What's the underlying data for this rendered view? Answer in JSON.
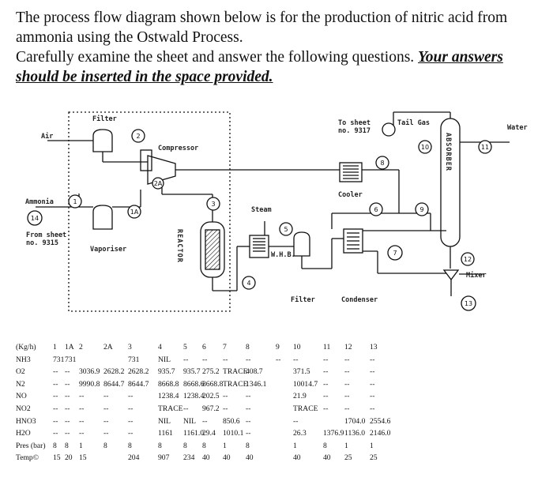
{
  "intro": {
    "line1": "The process flow diagram shown below is for the production of nitric acid from ammonia using the Ostwald Process.",
    "line2": "Carefully examine the sheet and answer the following questions.",
    "line2b": "Your answers should be inserted in the space provided."
  },
  "diagram": {
    "filter_top": "Filter",
    "air": "Air",
    "compressor": "Compressor",
    "ammonia": "Ammonia",
    "from_sheet": "From sheet",
    "from_sheet_no": "no. 9315",
    "vaporiser": "Vaporiser",
    "reactor": "REACTOR",
    "steam": "Steam",
    "whb": "W.H.B.",
    "filter_bottom": "Filter",
    "condenser": "Condenser",
    "cooler": "Cooler",
    "to_sheet": "To sheet",
    "to_sheet_no": "no. 9317",
    "tail_gas": "Tail Gas",
    "absorber": "ABSORBER",
    "water": "Water",
    "mixer": "Mixer",
    "streams": [
      "1",
      "1A",
      "2",
      "2A",
      "3",
      "4",
      "5",
      "6",
      "7",
      "8",
      "9",
      "10",
      "11",
      "12",
      "13",
      "14"
    ]
  },
  "table": {
    "header": [
      "(Kg/h)",
      "1",
      "1A",
      "2",
      "2A",
      "3",
      "4",
      "5",
      "6",
      "7",
      "8",
      "9",
      "10",
      "11",
      "12",
      "13"
    ],
    "rows": [
      [
        "NH3",
        "731",
        "731",
        "",
        "",
        "731",
        "NIL",
        "--",
        "--",
        "--",
        "--",
        "--",
        "--",
        "--",
        "--",
        "--"
      ],
      [
        "O2",
        "--",
        "--",
        "3036.9",
        "2628.2",
        "2628.2",
        "935.7",
        "935.7",
        "275.2",
        "TRACE",
        "408.7",
        "",
        "371.5",
        "--",
        "--",
        "--"
      ],
      [
        "N2",
        "--",
        "--",
        "9990.8",
        "8644.7",
        "8644.7",
        "8668.8",
        "8668.6",
        "8668.8",
        "TRACE",
        "1346.1",
        "",
        "10014.7",
        "--",
        "--",
        "--"
      ],
      [
        "NO",
        "--",
        "--",
        "--",
        "--",
        "--",
        "1238.4",
        "1238.4",
        "202.5",
        "--",
        "--",
        "",
        "21.9",
        "--",
        "--",
        "--"
      ],
      [
        "NO2",
        "--",
        "--",
        "--",
        "--",
        "--",
        "TRACE",
        "--",
        "967.2",
        "--",
        "--",
        "",
        "TRACE",
        "--",
        "--",
        "--"
      ],
      [
        "HNO3",
        "--",
        "--",
        "--",
        "--",
        "--",
        "NIL",
        "NIL",
        "--",
        "850.6",
        "--",
        "",
        "--",
        "",
        "1704.0",
        "2554.6"
      ],
      [
        "H2O",
        "--",
        "--",
        "--",
        "--",
        "--",
        "1161",
        "1161.0",
        "29.4",
        "1010.1",
        "--",
        "",
        "26.3",
        "1376.9",
        "1136.0",
        "2146.0"
      ],
      [
        "Pres (bar)",
        "8",
        "8",
        "1",
        "8",
        "8",
        "8",
        "8",
        "8",
        "1",
        "8",
        "",
        "1",
        "8",
        "1",
        "1"
      ],
      [
        "Temp©",
        "15",
        "20",
        "15",
        "",
        "204",
        "907",
        "234",
        "40",
        "40",
        "40",
        "",
        "40",
        "40",
        "25",
        "25"
      ]
    ]
  }
}
